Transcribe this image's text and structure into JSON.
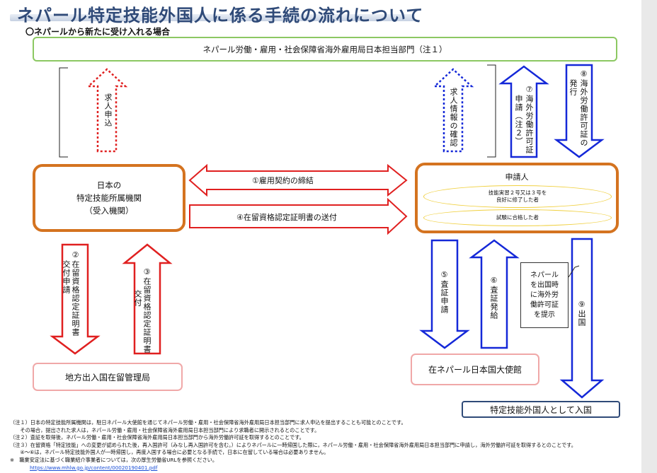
{
  "header": {
    "title": "ネパール特定技能外国人に係る手続の流れについて",
    "subtitle": "〇ネパールから新たに受け入れる場合"
  },
  "boxes": {
    "ministry": "ネパール労働・雇用・社会保障省海外雇用局日本担当部門（注１）",
    "org_line1": "日本の",
    "org_line2": "特定技能所属機関",
    "org_line3": "（受入機関）",
    "applicant": "申請人",
    "applicant_cond1_line1": "技能実習２号又は３号を",
    "applicant_cond1_line2": "良好に修了した者",
    "applicant_cond2": "試験に合格した者",
    "immigration": "地方出入国在留管理局",
    "embassy": "在ネパール日本国大使館",
    "entry": "特定技能外国人として入国",
    "notice": "ネパール\nを出国時\nに海外労\n働許可証\nを提示"
  },
  "arrows": {
    "job_offer": "求人申込",
    "job_info_confirm": "求人情報の確認",
    "step1": "①雇用契約の締結",
    "step4": "④在留資格認定証明書の送付",
    "step2_num": "②",
    "step2": "在留資格認定証明書",
    "step2_sub": "交付申請",
    "step3_num": "③",
    "step3": "在留資格認定証明書",
    "step3_sub": "交付",
    "step5_num": "⑤",
    "step5": "査証申請",
    "step6_num": "⑥",
    "step6": "査証発給",
    "step7_num": "⑦",
    "step7": "海外労働許可証",
    "step7_sub": "申請（注２）",
    "step8_num": "⑧",
    "step8": "海外労働許可証の",
    "step8_sub": "発行",
    "step9_num": "⑨",
    "step9": "出国"
  },
  "notes": [
    "（注１）日本の特定技能所属機関は，駐日ネパール大使館を通じてネパール労働・雇用・社会保障省海外雇用局日本担当部門に求人申込を提出することも可能とのことです。",
    "　　その場合，提出された求人は，ネパール労働・雇用・社会保障省海外雇用局日本担当部門により求職者に開示されるとのことです。",
    "（注２）査証を取得後，ネパール労働・雇用・社会保障省海外雇用局日本担当部門から海外労働許可証を取得するとのことです。",
    "（注３）在留資格「特定技能」への変更が認められた後，再入国許可（みなし再入国許可を含む。）によりネパールに一時帰国した際に，ネパール労働・雇用・社会保障省海外雇用局日本担当部門に申請し，海外労働許可証を取得するとのことです。",
    "　　④～⑥は，ネパール特定技能外国人が一時帰国し，再度入国する場合に必要となる手続で，日本に在留している場合は必要ありません。",
    "※　職業安定法に基づく職業紹介事業者については，次の厚生労働省URLを参照ください。"
  ],
  "notes_url": "https://www.mhlw.go.jp/content/000201904​01.pdf",
  "colors": {
    "title": "#2f4a78",
    "red_arrow": "#e02020",
    "blue_arrow": "#1428d8",
    "orange_border": "#d47320",
    "green_border": "#8cc862",
    "pink_border": "#f0a8a8"
  }
}
